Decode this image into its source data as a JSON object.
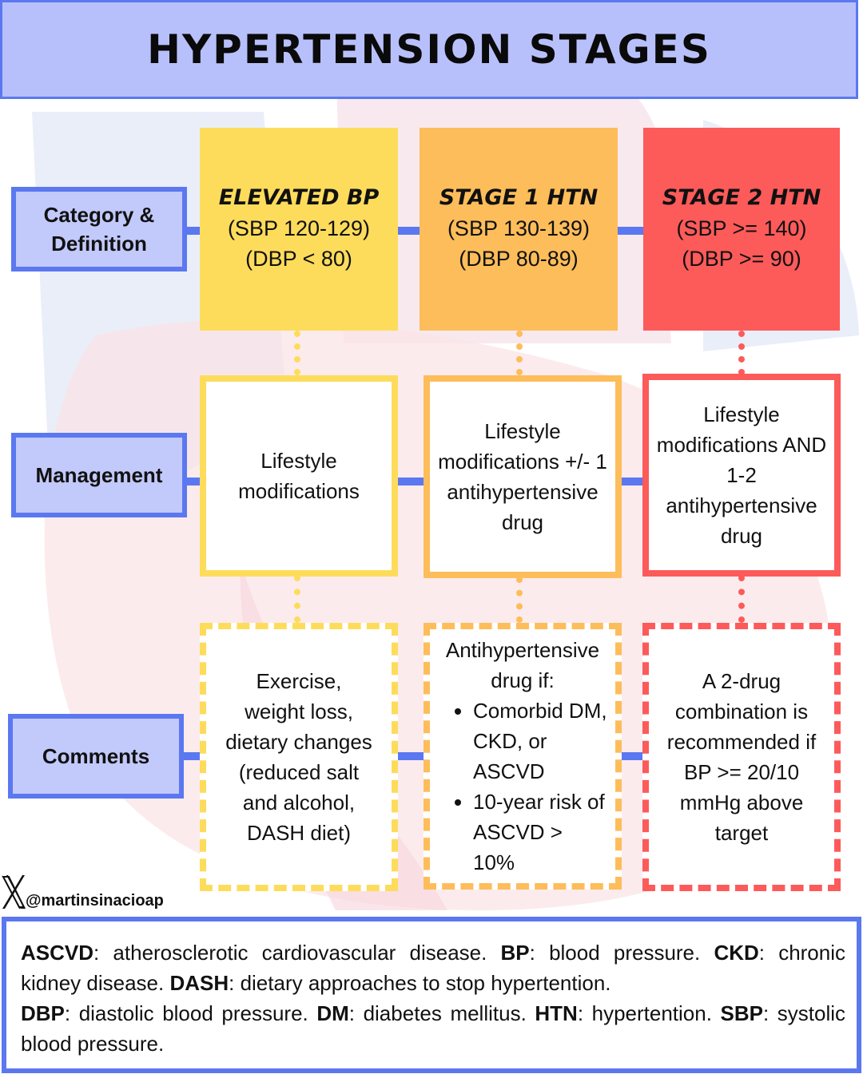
{
  "title": "HYPERTENSION STAGES",
  "row_labels": {
    "category": "Category & Definition",
    "management": "Management",
    "comments": "Comments"
  },
  "colors": {
    "accent_blue": "#5b78f0",
    "label_fill": "#c2c9fb",
    "elevated": "#fddc5c",
    "stage1": "#fdbd5a",
    "stage2": "#fd5a5a"
  },
  "stages": [
    {
      "name": "ELEVATED BP",
      "def_line1": "(SBP 120-129)",
      "def_line2": "(DBP < 80)",
      "management": "Lifestyle modifications",
      "comment": "Exercise, weight loss, dietary changes (reduced salt and alcohol, DASH diet)"
    },
    {
      "name": "STAGE 1 HTN",
      "def_line1": "(SBP 130-139)",
      "def_line2": "(DBP 80-89)",
      "management": "Lifestyle modifications +/- 1 antihypertensive drug",
      "comment_intro": "Antihypertensive drug if:",
      "comment_bullets": [
        "Comorbid DM, CKD, or ASCVD",
        "10-year risk of ASCVD > 10%"
      ]
    },
    {
      "name": "STAGE 2 HTN",
      "def_line1": "(SBP >= 140)",
      "def_line2": "(DBP >= 90)",
      "management": "Lifestyle modifications AND 1-2 antihypertensive drug",
      "comment": "A 2-drug combination is recommended if BP >= 20/10 mmHg above target"
    }
  ],
  "handle": "@martinsinacioap",
  "handle_icon": "x-logo-icon",
  "glossary": {
    "p1": [
      {
        "term": "ASCVD",
        "def": ": atherosclerotic cardiovascular disease. "
      },
      {
        "term": "BP",
        "def": ": blood pressure. "
      },
      {
        "term": "CKD",
        "def": ": chronic kidney disease. "
      },
      {
        "term": "DASH",
        "def": ": dietary approaches to stop hypertention."
      }
    ],
    "p2": [
      {
        "term": "DBP",
        "def": ": diastolic blood pressure. "
      },
      {
        "term": "DM",
        "def": ": diabetes mellitus. "
      },
      {
        "term": "HTN",
        "def": ": hypertention. "
      },
      {
        "term": "SBP",
        "def": ": systolic blood pressure."
      }
    ]
  }
}
